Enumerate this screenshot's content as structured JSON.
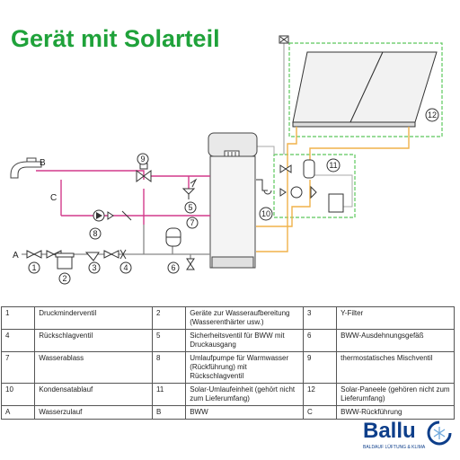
{
  "title": "Gerät mit Solarteil",
  "diagram": {
    "line_letters": {
      "a": "A",
      "b": "B",
      "c": "C"
    },
    "component_numbers": [
      "1",
      "2",
      "3",
      "4",
      "5",
      "6",
      "7",
      "8",
      "9",
      "10",
      "11",
      "12"
    ]
  },
  "legend": {
    "rows": [
      [
        {
          "num": "1",
          "text": "Druckminderventil"
        },
        {
          "num": "2",
          "text": "Geräte zur Wasseraufbereitung (Wasserenthärter usw.)"
        },
        {
          "num": "3",
          "text": "Y-Filter"
        }
      ],
      [
        {
          "num": "4",
          "text": "Rückschlagventil"
        },
        {
          "num": "5",
          "text": "Sicherheitsventil für BWW mit Druckausgang"
        },
        {
          "num": "6",
          "text": "BWW-Ausdehnungsgefäß"
        }
      ],
      [
        {
          "num": "7",
          "text": "Wasserablass"
        },
        {
          "num": "8",
          "text": "Umlaufpumpe für Warmwasser (Rückführung) mit Rückschlagventil"
        },
        {
          "num": "9",
          "text": "thermostatisches Mischventil"
        }
      ],
      [
        {
          "num": "10",
          "text": "Kondensatablauf"
        },
        {
          "num": "11",
          "text": "Solar-Umlaufeinheit (gehört nicht zum Lieferumfang)"
        },
        {
          "num": "12",
          "text": "Solar-Paneele (gehören nicht zum Lieferumfang)"
        }
      ],
      [
        {
          "num": "A",
          "text": "Wasserzulauf"
        },
        {
          "num": "B",
          "text": "BWW"
        },
        {
          "num": "C",
          "text": "BWW-Rückführung"
        }
      ]
    ]
  },
  "logo": {
    "brand": "Ballu",
    "tagline": "BALDAUF LÜFTUNG & KLIMA"
  },
  "colors": {
    "title": "#1fa23a",
    "hot_water_pipe": "#d23a8c",
    "solar_pipe": "#f0b24a",
    "solar_boundary": "#5cc85c",
    "logo": "#0d3e8a"
  }
}
